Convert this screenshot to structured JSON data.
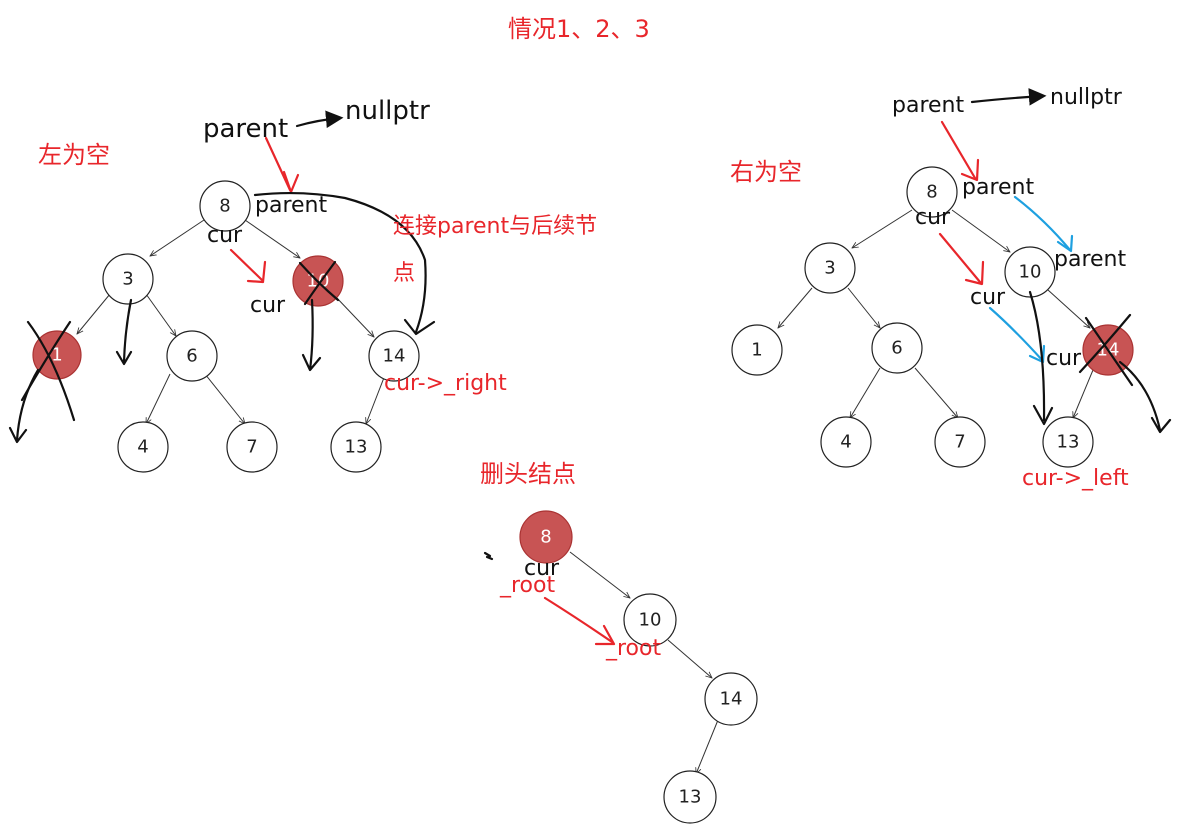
{
  "title": "情况1、2、3",
  "sections": {
    "left_empty": "左为空",
    "right_empty": "右为空",
    "delete_head": "删头结点"
  },
  "annotations": {
    "connect_note_line1": "连接parent与后续节",
    "connect_note_line2": "点",
    "cur_right": "cur->_right",
    "cur_left": "cur->_left",
    "parent": "parent",
    "nullptr": "nullptr",
    "cur": "cur",
    "root": "_root"
  },
  "nodes": {
    "left": {
      "n8": "8",
      "n3": "3",
      "n10": "10",
      "n1": "1",
      "n6": "6",
      "n14": "14",
      "n4": "4",
      "n7": "7",
      "n13": "13"
    },
    "right": {
      "n8": "8",
      "n3": "3",
      "n10": "10",
      "n1": "1",
      "n6": "6",
      "n14": "14",
      "n4": "4",
      "n7": "7",
      "n13": "13"
    },
    "bottom": {
      "n8": "8",
      "n10": "10",
      "n14": "14",
      "n13": "13"
    }
  },
  "colors": {
    "annotation_red": "#e8262b",
    "deleted_node": "#c85454",
    "pointer_blue": "#1ea0e0"
  }
}
